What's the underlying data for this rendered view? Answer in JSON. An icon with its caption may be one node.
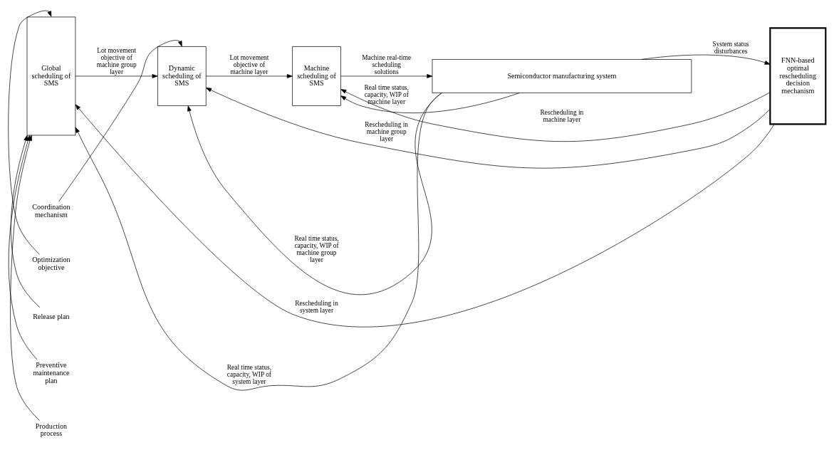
{
  "diagram": {
    "nodes": [
      {
        "text": [
          "Global scheduling of SMS"
        ]
      },
      {
        "text": [
          "Dynamic scheduling of SMS"
        ]
      },
      {
        "text": [
          "Machine scheduling of SMS"
        ]
      },
      {
        "text": [
          "FNN-based optimal rescheduling decision mechanism"
        ]
      },
      {
        "text": [
          "Semiconductor manufacturing system"
        ]
      },
      {
        "text": [
          "Optimization objective"
        ]
      },
      {
        "text": [
          "Release plan"
        ]
      },
      {
        "text": [
          "Preventive maintenance plan"
        ]
      },
      {
        "text": [
          "Production process"
        ]
      },
      {
        "text": [
          "Coordination mechanism"
        ]
      }
    ],
    "edges": [
      {
        "from": 5,
        "to": 0,
        "arrow": "to"
      },
      {
        "from": 6,
        "to": 0,
        "arrow": "to"
      },
      {
        "from": 7,
        "to": 0,
        "arrow": "to"
      },
      {
        "from": 8,
        "to": 0,
        "arrow": "to"
      },
      {
        "from": 3,
        "to": 0,
        "arrow": "to",
        "label": "Rescheduling in system layer"
      },
      {
        "from": 9,
        "to": 1,
        "arrow": "to"
      },
      {
        "from": 3,
        "to": 1,
        "arrow": "to",
        "label": "Rescheduling in machine group layer"
      },
      {
        "from": 0,
        "to": 1,
        "arrow": "to",
        "label": "Lot movement objective of machine group layer"
      },
      {
        "from": 1,
        "to": 2,
        "arrow": "to",
        "label": "Lot movement objective of machine layer"
      },
      {
        "from": 3,
        "to": 2,
        "arrow": "to",
        "label": "Rescheduling in machine layer"
      },
      {
        "from": 2,
        "to": 4,
        "arrow": "to",
        "label": "Machine real-time scheduling solutions"
      },
      {
        "from": 4,
        "to": 0,
        "arrow": "to",
        "label": "Real time status, capacity, WIP of system layer"
      },
      {
        "from": 4,
        "to": 1,
        "arrow": "to",
        "label": "Real time status, capacity, WIP of machine group layer"
      },
      {
        "from": 4,
        "to": 2,
        "arrow": "to",
        "label": "Real time status, capacity, WIP of machine layer"
      },
      {
        "from": 4,
        "to": 3,
        "arrow": "to",
        "label": "System status disturbances"
      }
    ]
  }
}
